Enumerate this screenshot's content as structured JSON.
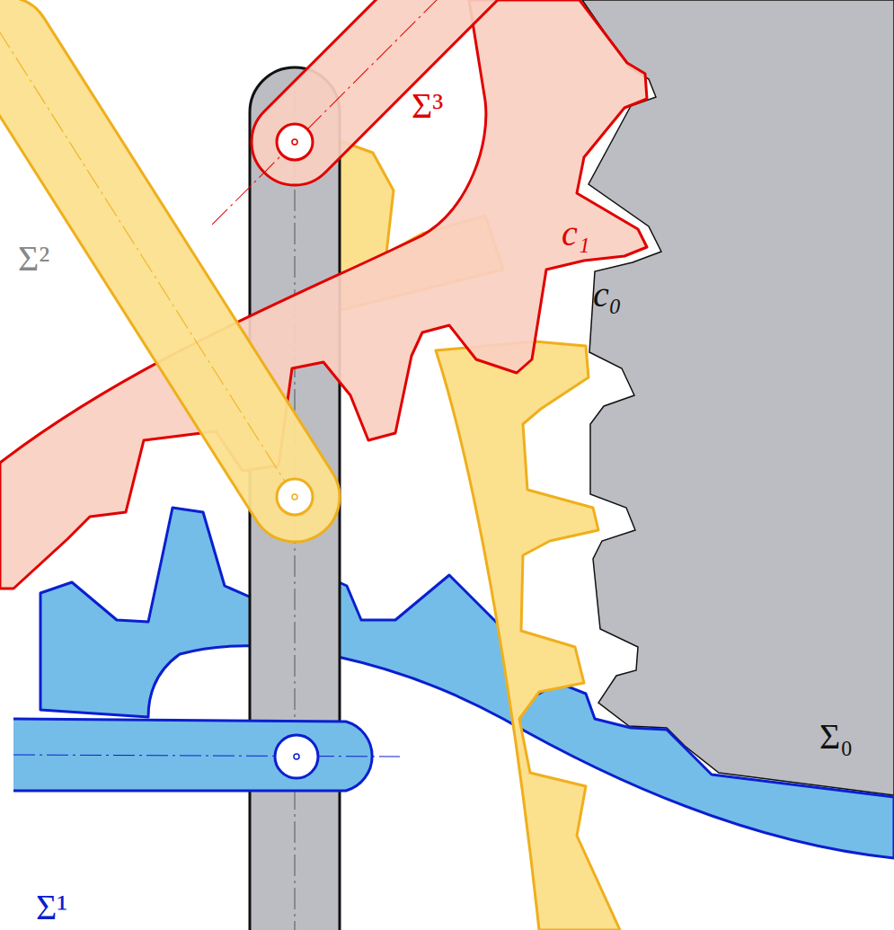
{
  "diagram": {
    "labels": [
      "Σ³",
      "Σ²",
      "c₁",
      "c₀",
      "Σ₀",
      "Σ¹"
    ]
  }
}
